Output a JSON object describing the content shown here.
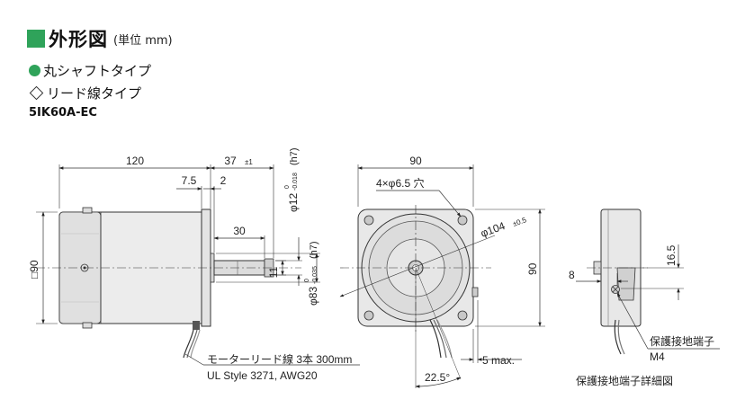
{
  "header": {
    "title": "外形図",
    "unit": "(単位 mm)",
    "accent_color": "#2fa35a"
  },
  "variants": {
    "shaft_mark_icon": "filled-circle",
    "shaft": "丸シャフトタイプ",
    "lead_mark_icon": "open-diamond",
    "lead": "リード線タイプ"
  },
  "model": "5IK60A-EC",
  "dimensions": {
    "total_length": "120",
    "shaft_extension": "37",
    "shaft_extension_tol": "±1",
    "flange": "7.5",
    "pilot": "2",
    "shaft_flat": "30",
    "key_height": "11",
    "body_square": "□90",
    "shaft_dia": "φ12",
    "shaft_tol_upper": "0",
    "shaft_tol_lower": "-0.018",
    "shaft_fit": "(h7)",
    "pilot_dia": "φ83",
    "pilot_tol_upper": "0",
    "pilot_tol_lower": "-0.035",
    "pilot_fit": "(h7)",
    "front_width": "90",
    "front_height": "90",
    "holes": "4×φ6.5 穴",
    "pcd": "φ104",
    "pcd_tol": "±0.5",
    "lead_angle": "22.5°",
    "protrusion": "5 max.",
    "terminal_height": "16.5",
    "terminal_offset": "8",
    "terminal_screw": "M4"
  },
  "labels": {
    "lead_wire_line1": "モーターリード線 3本 300mm",
    "lead_wire_line2": "UL Style 3271, AWG20",
    "terminal": "保護接地端子",
    "terminal_detail": "保護接地端子詳細図"
  }
}
